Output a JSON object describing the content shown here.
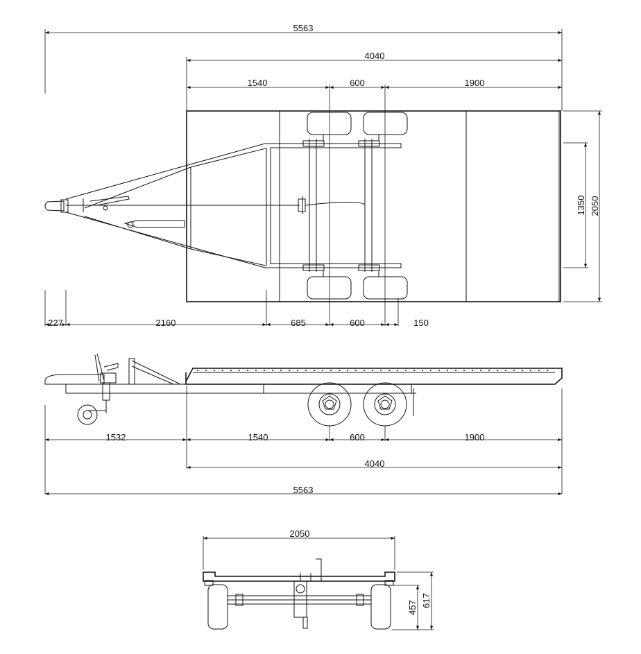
{
  "top_view": {
    "overall_length": "5563",
    "platform_length": "4040",
    "front_to_axle": "1540",
    "axle_spacing": "600",
    "rear_overhang": "1900",
    "inner_width": "1350",
    "overall_width": "2050",
    "hitch_offset": "227",
    "drawbar_length": "2160",
    "frame_to_axle": "685",
    "axle_spacing_bottom": "600",
    "rear_axle_offset": "150"
  },
  "side_view": {
    "hitch_to_platform": "1532",
    "front_to_axle": "1540",
    "axle_spacing": "600",
    "rear_overhang": "1900",
    "platform_length": "4040",
    "overall_length": "5563"
  },
  "rear_view": {
    "overall_width": "2050",
    "frame_height": "457",
    "deck_height": "617"
  }
}
